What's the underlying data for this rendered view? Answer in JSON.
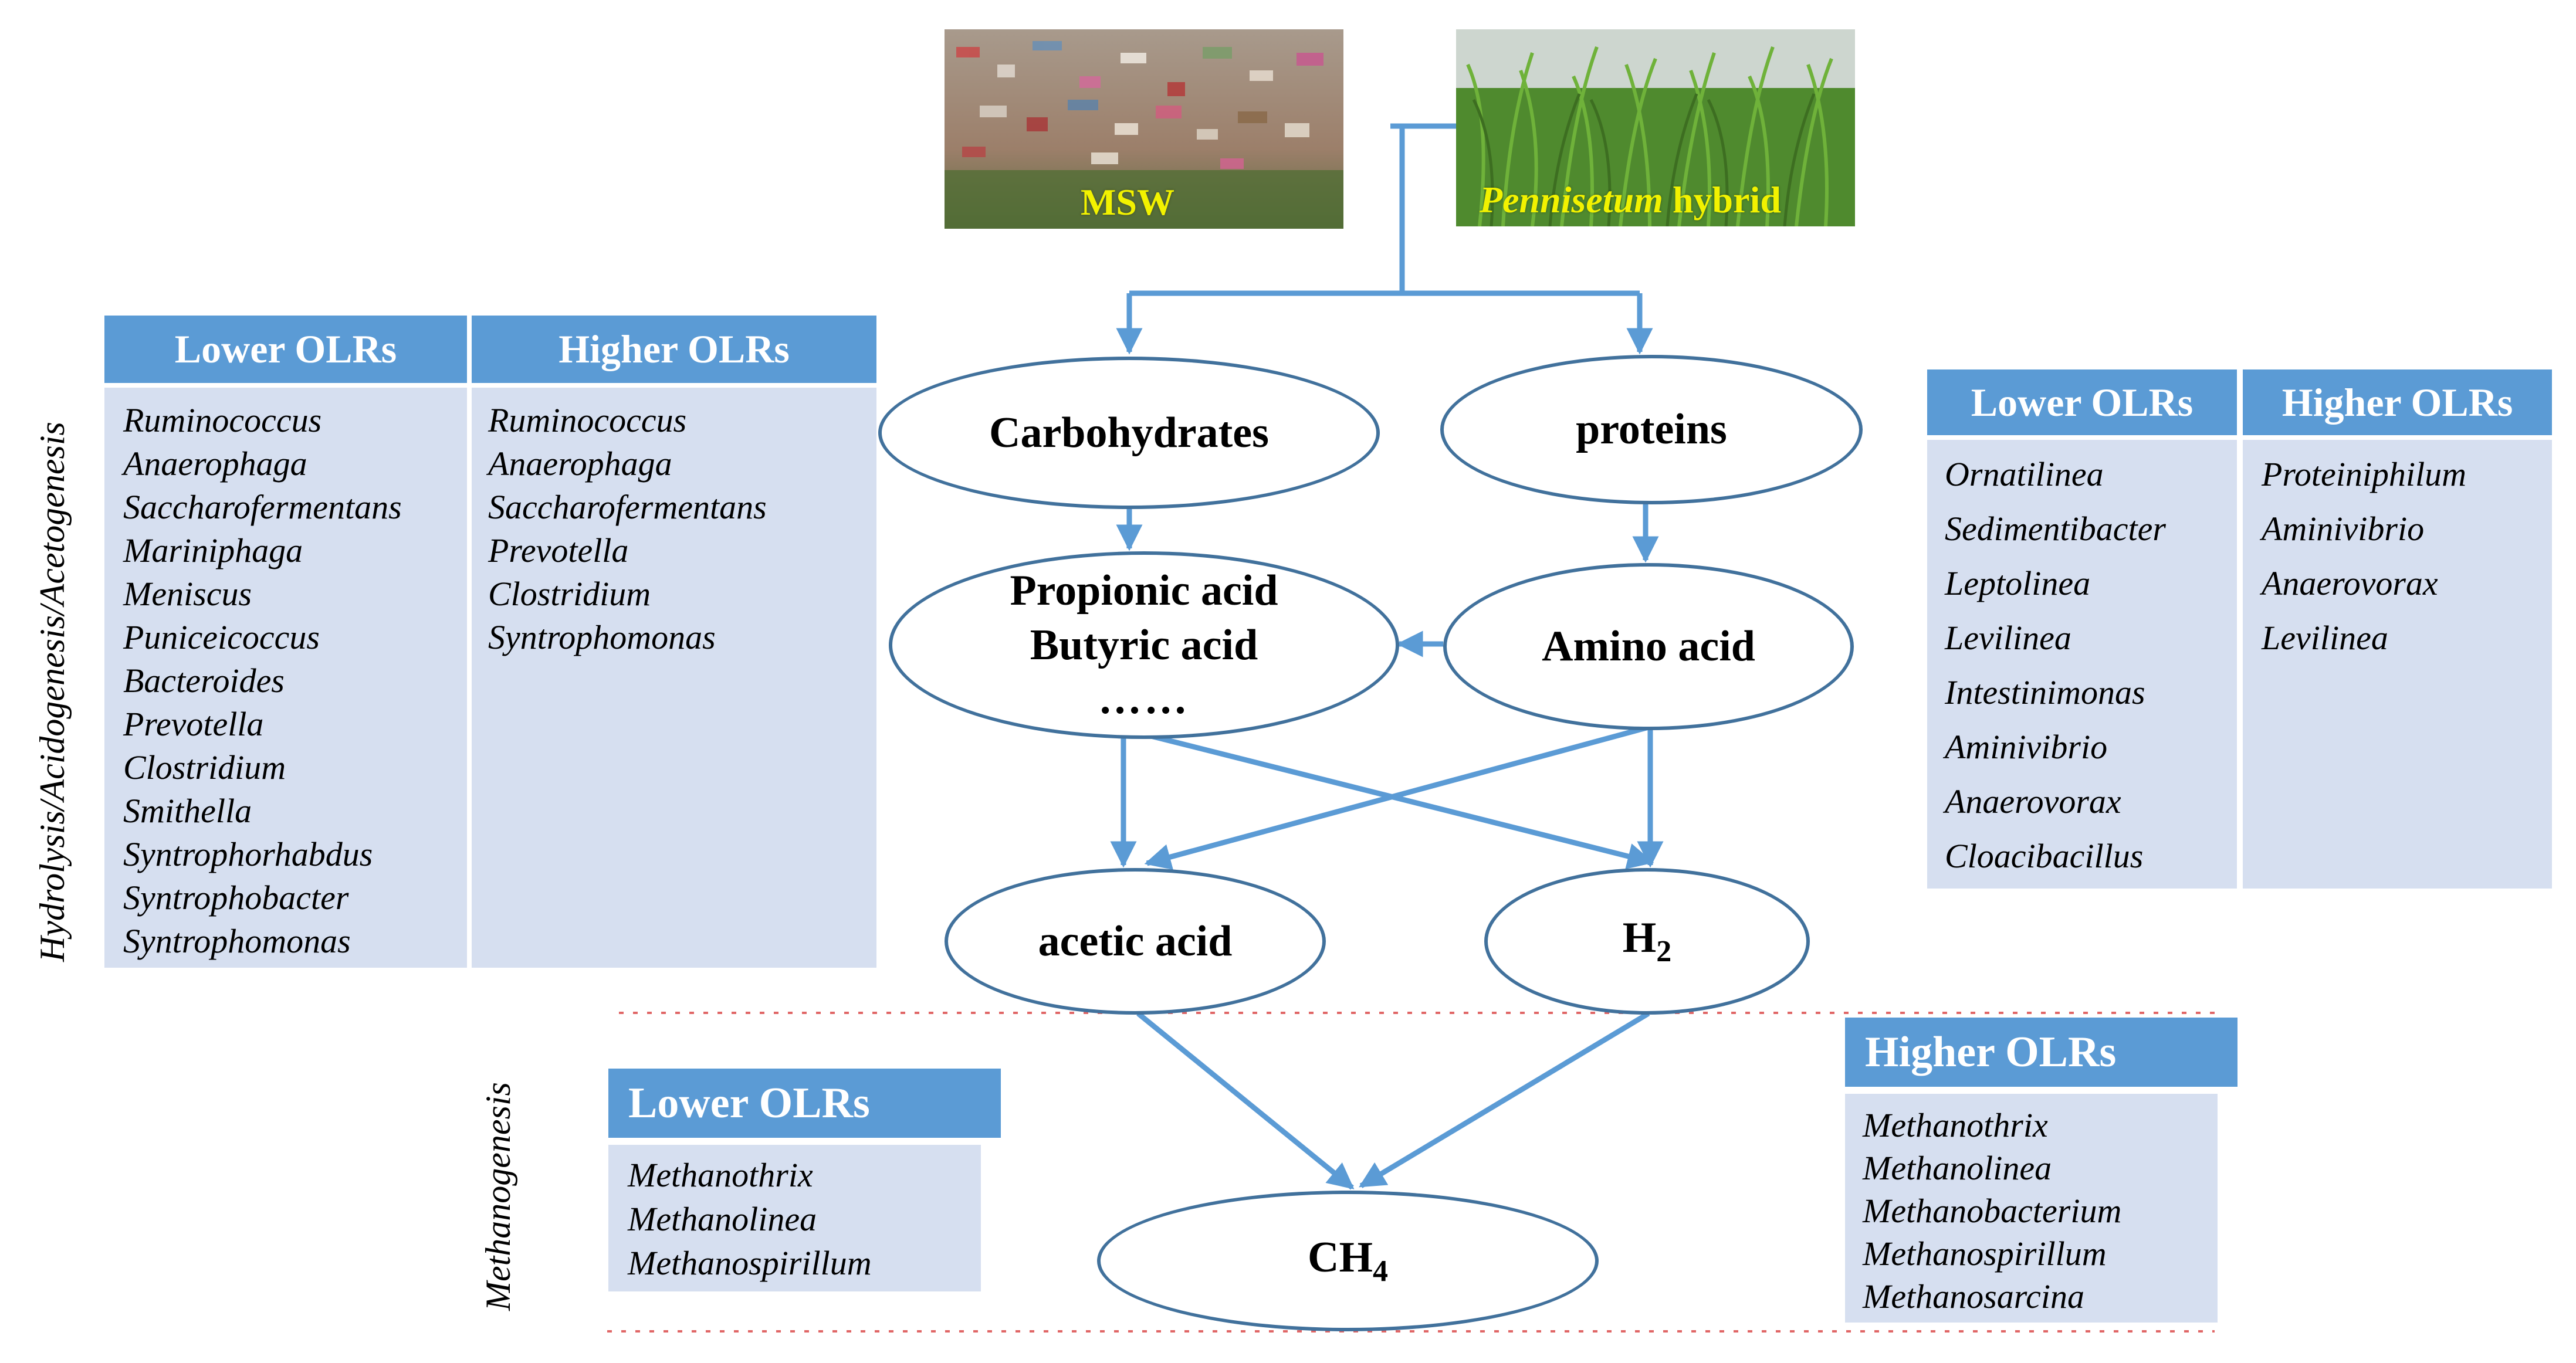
{
  "sources": {
    "msw_label": "MSW",
    "grass_label_genus": "Pennisetum",
    "grass_label_rest": " hybrid"
  },
  "stages": {
    "hydrolysis": "Hydrolysis/Acidogenesis/Acetogenesis",
    "methanogenesis": "Methanogenesis"
  },
  "nodes": {
    "carbohydrates": "Carbohydrates",
    "proteins": "proteins",
    "propionic": "Propionic acid",
    "butyric": "Butyric acid",
    "ellipsis": "……",
    "amino": "Amino acid",
    "acetic": "acetic acid",
    "h2_base": "H",
    "h2_sub": "2",
    "ch4_base": "CH",
    "ch4_sub": "4"
  },
  "left_table": {
    "lower_header": "Lower OLRs",
    "higher_header": "Higher OLRs",
    "lower": [
      "Ruminococcus",
      "Anaerophaga",
      "Saccharofermentans",
      "Mariniphaga",
      "Meniscus",
      "Puniceicoccus",
      "Bacteroides",
      "Prevotella",
      "Clostridium",
      "Smithella",
      "Syntrophorhabdus",
      "Syntrophobacter",
      "Syntrophomonas"
    ],
    "higher": [
      "Ruminococcus",
      "Anaerophaga",
      "Saccharofermentans",
      "Prevotella",
      "Clostridium",
      "Syntrophomonas"
    ]
  },
  "right_table": {
    "lower_header": "Lower OLRs",
    "higher_header": "Higher OLRs",
    "lower": [
      "Ornatilinea",
      "Sedimentibacter",
      " Leptolinea",
      "Levilinea",
      "Intestinimonas",
      "Aminivibrio",
      "Anaerovorax",
      "Cloacibacillus"
    ],
    "higher": [
      "Proteiniphilum",
      "Aminivibrio",
      "Anaerovorax",
      "Levilinea"
    ]
  },
  "meth_lower": {
    "header": "Lower OLRs",
    "items": [
      "Methanothrix",
      "Methanolinea",
      "Methanospirillum"
    ]
  },
  "meth_higher": {
    "header": "Higher OLRs",
    "items": [
      "Methanothrix",
      "Methanolinea",
      "Methanobacterium",
      "Methanospirillum",
      "Methanosarcina"
    ]
  },
  "colors": {
    "header_blue": "#5b9bd5",
    "cell_blue": "#d6dff0",
    "arrow_blue": "#5b9bd5",
    "ellipse_border": "#41719c",
    "label_yellow": "#f2f200",
    "divider_red": "#e06666"
  }
}
